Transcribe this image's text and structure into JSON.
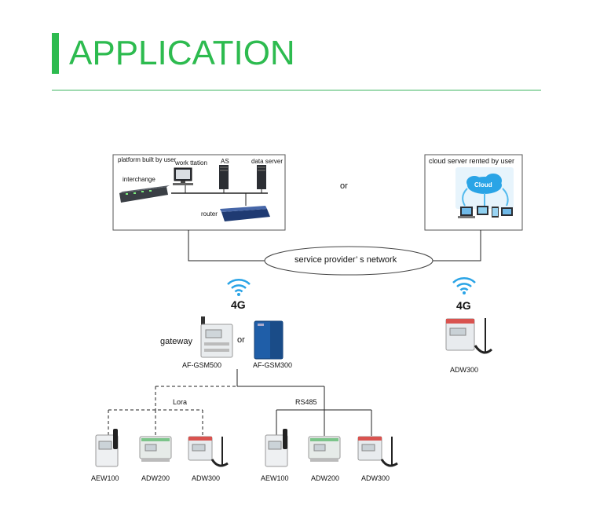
{
  "header": {
    "title": "APPLICATION",
    "accent_color": "#2dbb4f"
  },
  "platform_box": {
    "label": "platform built by user",
    "workstation_label": "work ttation",
    "as_label": "AS",
    "data_server_label": "data server",
    "interchange_label": "interchange",
    "router_label": "router"
  },
  "or_top": "or",
  "cloud_box": {
    "label": "cloud server rented by user",
    "cloud_label": "Cloud"
  },
  "network": {
    "label": "service provider’ s network"
  },
  "gateway_group": {
    "signal_label": "4G",
    "gateway_label": "gateway",
    "or_label": "or",
    "device_a": "AF-GSM500",
    "device_b": "AF-GSM300"
  },
  "right_group": {
    "signal_label": "4G",
    "device": "ADW300"
  },
  "lora_branch": {
    "label": "Lora",
    "devices": [
      "AEW100",
      "ADW200",
      "ADW300"
    ]
  },
  "rs485_branch": {
    "label": "RS485",
    "devices": [
      "AEW100",
      "ADW200",
      "ADW300"
    ]
  }
}
